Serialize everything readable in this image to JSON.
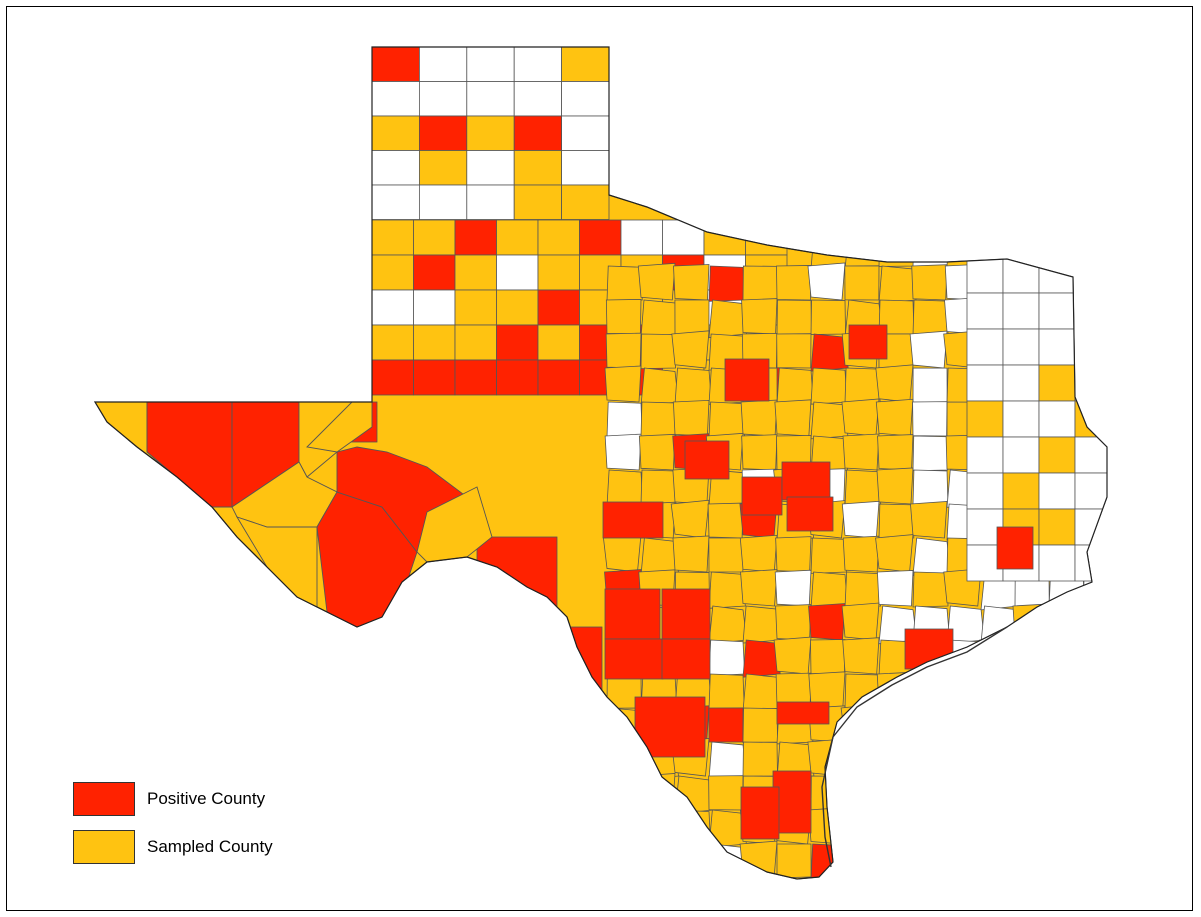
{
  "colors": {
    "positive": "#ff2200",
    "sampled": "#ffc311",
    "unsampled": "#ffffff",
    "border": "#555555"
  },
  "legend": [
    {
      "label": "Positive County",
      "color": "#ff2200"
    },
    {
      "label": "Sampled County",
      "color": "#ffc311"
    }
  ],
  "counties": {
    "panhandle": [
      [
        "P",
        "U",
        "U",
        "U",
        "S"
      ],
      [
        "U",
        "U",
        "U",
        "U",
        "U"
      ],
      [
        "S",
        "P",
        "S",
        "P",
        "U"
      ],
      [
        "U",
        "S",
        "U",
        "S",
        "U"
      ],
      [
        "U",
        "U",
        "U",
        "S",
        "S"
      ],
      [
        "S",
        "S",
        "P",
        "S",
        "S",
        "P",
        "U",
        "U",
        "S",
        "S"
      ],
      [
        "S",
        "P",
        "S",
        "U",
        "S",
        "S",
        "S",
        "P",
        "U",
        "S"
      ],
      [
        "U",
        "U",
        "S",
        "S",
        "P",
        "S",
        "S",
        "S",
        "U",
        "S"
      ],
      [
        "S",
        "S",
        "S",
        "P",
        "S",
        "P",
        "P",
        "S",
        "S",
        "S"
      ],
      [
        "P",
        "P",
        "P",
        "P",
        "P",
        "P",
        "P",
        "S",
        "S",
        "P"
      ]
    ]
  }
}
